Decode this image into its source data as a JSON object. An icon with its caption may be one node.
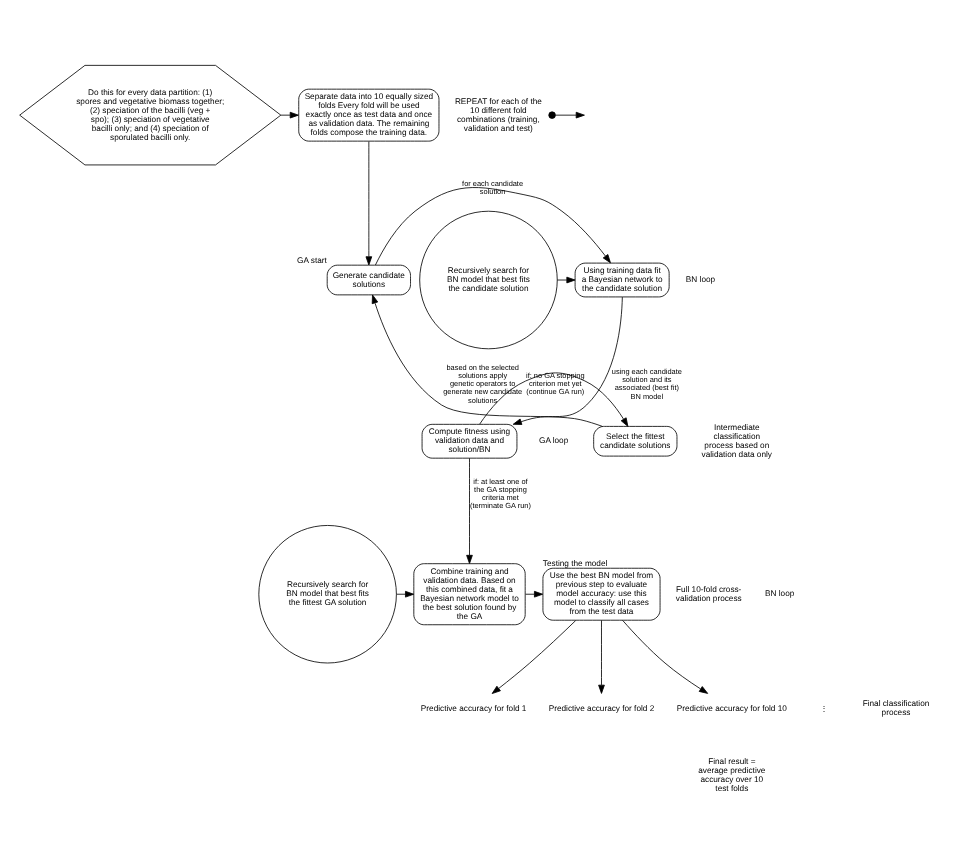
{
  "diagram": {
    "nodes": [
      {
        "text": [
          "Separate data into 10 equally sized folds Every fold will be used exactly once as test data and once as validation data. The remaining folds compose the training data."
        ]
      },
      {
        "text": [
          "Do this for every data partition: (1) spores and vegetative biomass together; (2) speciation of the bacilli (veg + spo); (3) speciation of vegetative bacilli only; and (4) speciation of sporulated bacilli only."
        ]
      },
      {
        "text": [
          "REPEAT for each of the 10 different fold combinations (training, validation and test)"
        ]
      },
      {
        "text": [
          "Generate candidate solutions"
        ],
        "beside": [
          "GA start"
        ]
      },
      {
        "text": [
          "Using training data fit a Bayesian network to the candidate solution"
        ]
      },
      {
        "text": [
          "Recursively search for BN model that best fits the candidate solution"
        ]
      },
      {
        "text": [
          "Select the fittest candidate solutions"
        ]
      },
      {
        "text": [
          "Compute fitness using validation data and solution/BN"
        ]
      },
      {
        "text": [
          "Recursively search for BN model that best fits the fittest GA solution"
        ]
      },
      {
        "text": [
          "Combine training and validation data. Based on this combined data, fit a Bayesian network model to the best solution found by the GA"
        ]
      },
      {
        "text": [
          "Use the best BN model from previous step to evaluate model accuracy: use this model to classify all cases from the test data"
        ],
        "beside": [
          "Testing the model"
        ]
      },
      {
        "text": [
          "Predictive accuracy for fold 1"
        ]
      },
      {
        "text": [
          "Predictive accuracy for fold 2"
        ]
      },
      {
        "text": [
          "Predictive accuracy for fold 10"
        ]
      }
    ],
    "edges": [
      {
        "from": 1,
        "to": 0,
        "arrow": "to"
      },
      {
        "from": 2,
        "to": null,
        "arrow": "to"
      },
      {
        "from": 0,
        "to": 3,
        "arrow": "to"
      },
      {
        "from": 3,
        "to": 4,
        "arrow": "to",
        "label": "for each candidate solution"
      },
      {
        "from": 5,
        "to": 4,
        "arrow": "to"
      },
      {
        "from": 4,
        "to": 7,
        "arrow": "to",
        "label": "using each candidate solution and its associated (best fit) BN model"
      },
      {
        "from": 7,
        "to": 6,
        "arrow": "to",
        "label": "if: no GA stopping criterion met yet (continue GA run)"
      },
      {
        "from": 6,
        "to": 3,
        "arrow": "to",
        "label": "based on the selected solutions apply genetic operators to generate new candidate solutions"
      },
      {
        "from": 7,
        "to": 9,
        "arrow": "to",
        "label": "if: at least one of the GA stopping criteria met (terminate GA run)"
      },
      {
        "from": 8,
        "to": 9,
        "arrow": "to"
      },
      {
        "from": 9,
        "to": 10,
        "arrow": "to"
      },
      {
        "from": 10,
        "to": 11,
        "arrow": "to"
      },
      {
        "from": 10,
        "to": 12,
        "arrow": "to"
      },
      {
        "from": 10,
        "to": 13,
        "arrow": "to"
      }
    ],
    "labels": [
      "BN loop",
      "GA loop",
      "Intermediate classification process based on validation data only",
      "Full 10-fold cross-validation process",
      "⋮",
      "Final result = average predictive accuracy over 10 test folds",
      "Final classification process",
      "BN loop"
    ]
  }
}
